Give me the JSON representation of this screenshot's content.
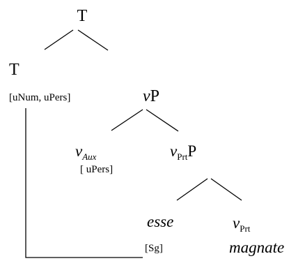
{
  "tree": {
    "root_label": "T",
    "t_label": "T",
    "t_features": "[uNum, uPers]",
    "vp": {
      "v": "v",
      "p": "P"
    },
    "vaux": {
      "v": "v",
      "sub": "Aux",
      "features": "[ uPers]"
    },
    "vprtp": {
      "v": "v",
      "sub": "Prt",
      "p": "P"
    },
    "esse": "esse",
    "esse_features": "[Sg]",
    "vprt": {
      "v": "v",
      "sub": "Prt"
    },
    "magnate": "magnate"
  },
  "colors": {
    "ink": "#000000",
    "background": "#ffffff"
  }
}
